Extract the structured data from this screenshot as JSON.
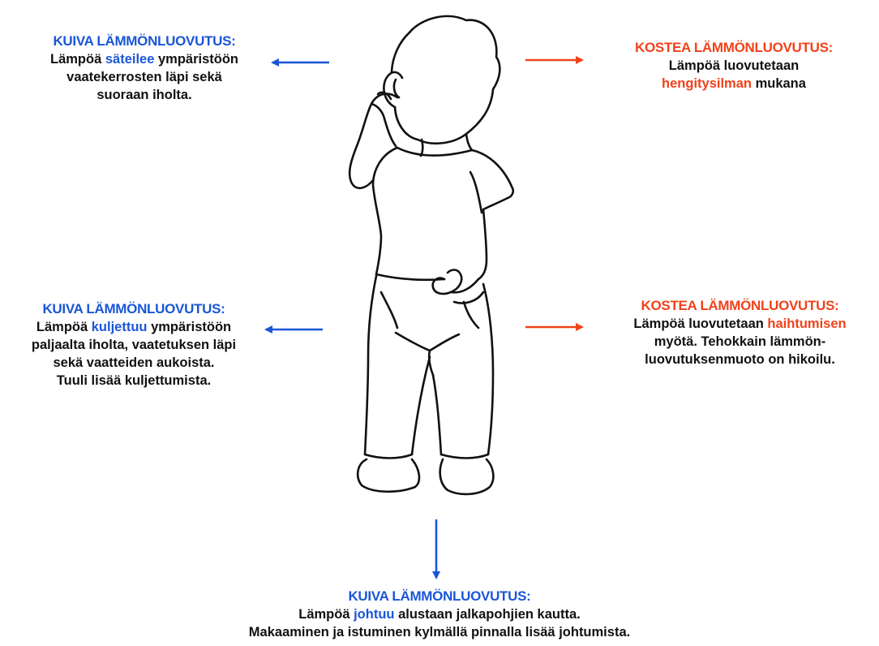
{
  "colors": {
    "dry": "#1a56d6",
    "wet": "#f0421a",
    "text": "#111111"
  },
  "figure": {
    "icon": "child-outline-icon"
  },
  "top_left": {
    "heading": "KUIVA LÄMMÖNLUOVUTUS:",
    "l1_pre": "Lämpöä ",
    "l1_hl": "säteilee",
    "l1_post": " ympäristöön",
    "l2": "vaatekerrosten läpi sekä",
    "l3": "suoraan iholta."
  },
  "top_right": {
    "heading": "KOSTEA LÄMMÖNLUOVUTUS:",
    "l1": "Lämpöä luovutetaan",
    "l2_hl": "hengitysilman",
    "l2_post": " mukana"
  },
  "mid_left": {
    "heading": "KUIVA LÄMMÖNLUOVUTUS:",
    "l1_pre": "Lämpöä ",
    "l1_hl": "kuljettuu",
    "l1_post": " ympäristöön",
    "l2": "paljaalta iholta, vaatetuksen läpi",
    "l3": "sekä vaatteiden aukoista.",
    "l4": "Tuuli lisää kuljettumista."
  },
  "mid_right": {
    "heading": "KOSTEA LÄMMÖNLUOVUTUS:",
    "l1_pre": "Lämpöä luovutetaan ",
    "l1_hl": "haihtumisen",
    "l2": "myötä. Tehokkain lämmön-",
    "l3": "luovutuksenmuoto on hikoilu."
  },
  "bottom": {
    "heading": "KUIVA LÄMMÖNLUOVUTUS:",
    "l1_pre": "Lämpöä ",
    "l1_hl": "johtuu",
    "l1_post": " alustaan jalkapohjien kautta.",
    "l2": "Makaaminen ja istuminen kylmällä pinnalla lisää johtumista."
  }
}
